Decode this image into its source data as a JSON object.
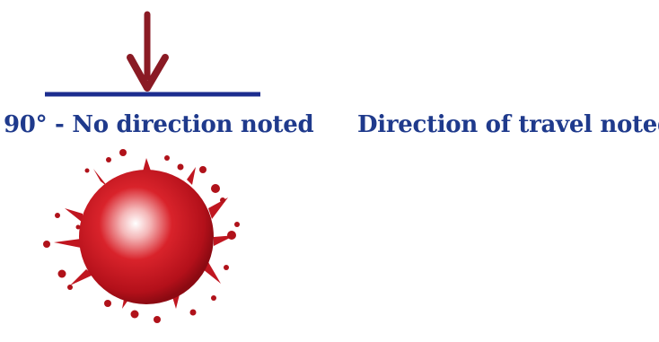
{
  "panels": [
    {
      "label": "90° - No direction noted"
    },
    {
      "label": "Direction of travel noted"
    }
  ],
  "colors": {
    "label_text": "#1f3a8c",
    "surface_line": "#1c2d8f",
    "arrow": "#8a1a24",
    "blood": "#c8141c",
    "blood_dark": "#7a0a10",
    "direction_arrow": "#7fc7ec"
  },
  "icons": {
    "impact_arrow": "down-arrow",
    "angled_arrow": "diagonal-arrow",
    "left_spatter": "circular-blood-drop",
    "right_spatter": "elongated-blood-drop",
    "direction_indicator": "right-arrow"
  }
}
